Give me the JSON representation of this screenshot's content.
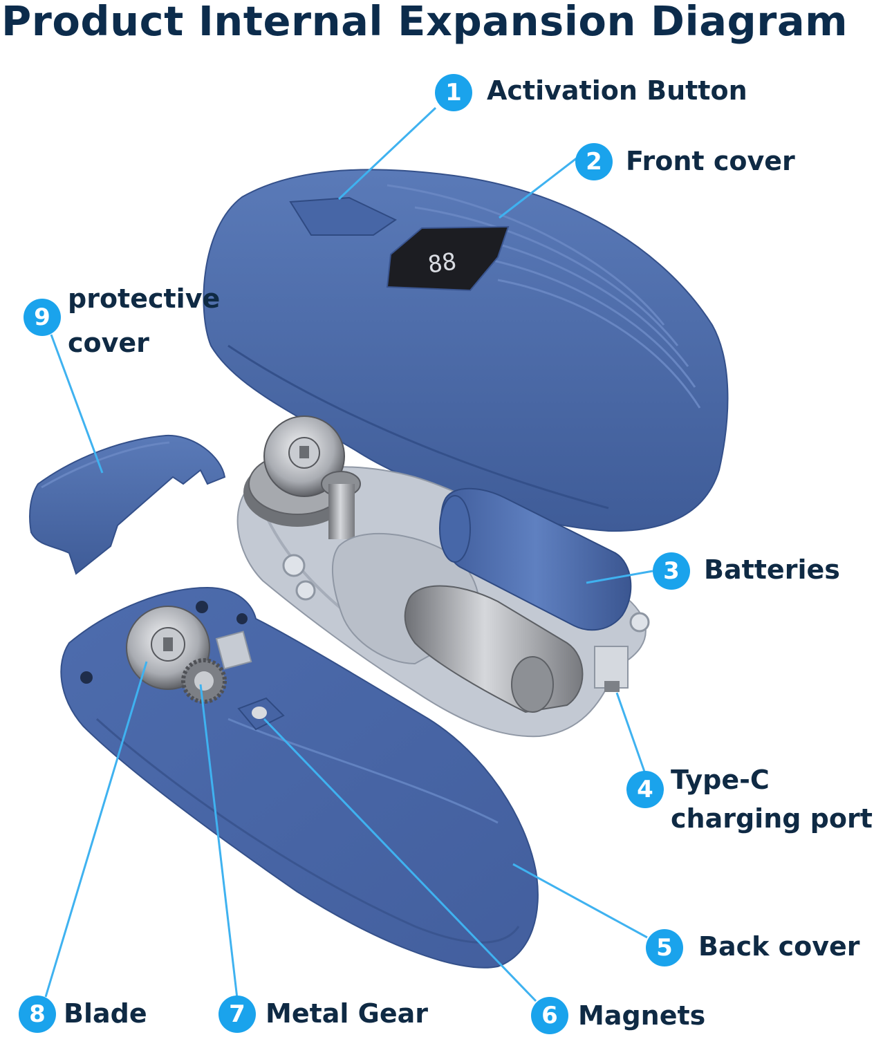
{
  "title": "Product Internal Expansion Diagram",
  "colors": {
    "title_text": "#0c2c4c",
    "label_text": "#0f2a44",
    "badge_fill": "#1aa3ec",
    "leader_line": "#3fb2f0",
    "housing_blue": "#4f6eaf",
    "housing_dark": "#3a5590",
    "frame_gray": "#bdc4cf",
    "metal": "#8f9298",
    "display_black": "#1c1d22"
  },
  "icons": [
    "seven-segment-display-icon"
  ],
  "display_readout": "88",
  "callouts": [
    {
      "number": "1",
      "label": "Activation Button"
    },
    {
      "number": "2",
      "label": "Front cover"
    },
    {
      "number": "3",
      "label": "Batteries"
    },
    {
      "number": "4",
      "label": "Type-C\ncharging port"
    },
    {
      "number": "5",
      "label": "Back cover"
    },
    {
      "number": "6",
      "label": "Magnets"
    },
    {
      "number": "7",
      "label": "Metal Gear"
    },
    {
      "number": "8",
      "label": "Blade"
    },
    {
      "number": "9",
      "label": "protective\ncover"
    }
  ]
}
